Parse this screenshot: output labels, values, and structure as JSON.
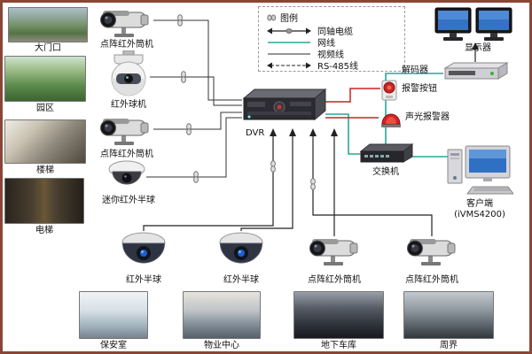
{
  "legend": {
    "title": "图例",
    "items": [
      {
        "label": "同轴电缆"
      },
      {
        "label": "网线"
      },
      {
        "label": "视频线"
      },
      {
        "label": "RS-485线"
      }
    ]
  },
  "left_sites": [
    {
      "label": "大门口"
    },
    {
      "label": "园区"
    },
    {
      "label": "楼梯"
    },
    {
      "label": "电梯"
    }
  ],
  "left_cameras": [
    {
      "label": "点阵红外筒机"
    },
    {
      "label": "红外球机"
    },
    {
      "label": "点阵红外筒机"
    },
    {
      "label": "迷你红外半球"
    }
  ],
  "dvr": {
    "label": "DVR"
  },
  "right": {
    "monitor_label": "显示器",
    "decoder_label": "解码器",
    "alarm_button_label": "报警按钮",
    "siren_label": "声光报警器",
    "switch_label": "交换机",
    "client_label": "客户端",
    "client_sub": "(iVMS4200)"
  },
  "bottom_cameras": [
    {
      "label": "红外半球"
    },
    {
      "label": "红外半球"
    },
    {
      "label": "点阵红外筒机"
    },
    {
      "label": "点阵红外筒机"
    }
  ],
  "bottom_sites": [
    {
      "label": "保安室"
    },
    {
      "label": "物业中心"
    },
    {
      "label": "地下车库"
    },
    {
      "label": "周界"
    }
  ],
  "colors": {
    "network_line": "#2aa79b",
    "signal_line": "#333333",
    "alarm_line": "#cc2222",
    "frame_border": "#8a4535"
  }
}
